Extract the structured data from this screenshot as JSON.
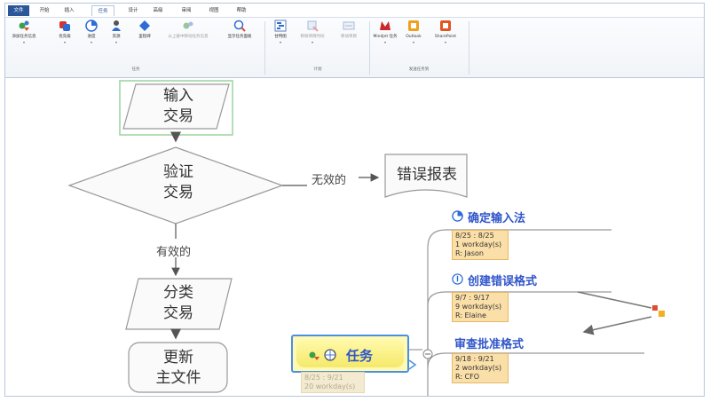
{
  "menubar": {
    "tabs": [
      "文件",
      "开始",
      "插入",
      "任务",
      "设计",
      "高级",
      "审阅",
      "视图",
      "帮助"
    ]
  },
  "ribbon": {
    "buttons": [
      {
        "label": "添加任务信息",
        "icon": "add-task-info-icon"
      },
      {
        "label": "优先级",
        "icon": "priority-icon"
      },
      {
        "label": "进度",
        "icon": "progress-icon"
      },
      {
        "label": "资源",
        "icon": "resources-icon"
      },
      {
        "label": "里程碑",
        "icon": "milestone-icon"
      },
      {
        "label": "从上级中移动任务信息",
        "icon": "move-task-info-icon"
      },
      {
        "label": "显示任务面板",
        "icon": "show-task-pane-icon"
      },
      {
        "label": "甘特图",
        "icon": "gantt-icon"
      },
      {
        "label": "移除项目时间",
        "icon": "remove-schedule-icon"
      },
      {
        "label": "移动项目",
        "icon": "move-project-icon"
      },
      {
        "label": "Mindjet 任务",
        "icon": "mindjet-tasks-icon"
      },
      {
        "label": "Outlook",
        "icon": "outlook-icon"
      },
      {
        "label": "SharePoint",
        "icon": "sharepoint-icon"
      }
    ],
    "groups": [
      "任务",
      "计划",
      "发送任务到"
    ]
  },
  "flowchart": {
    "input": [
      "输入",
      "交易"
    ],
    "verify": [
      "验证",
      "交易"
    ],
    "invalid_label": "无效的",
    "error_report": "错误报表",
    "valid_label": "有效的",
    "classify": [
      "分类",
      "交易"
    ],
    "update": [
      "更新",
      "主文件"
    ]
  },
  "mindmap": {
    "main_topic": "任务",
    "main_info": [
      "8/25 : 9/21",
      "20 workday(s)"
    ],
    "subtopics": [
      {
        "title": "确定输入法",
        "info": [
          "8/25 : 8/25",
          "1 workday(s)",
          "R: Jason"
        ]
      },
      {
        "title": "创建错误格式",
        "info": [
          "9/7 : 9/17",
          "9 workday(s)",
          "R: Elaine"
        ]
      },
      {
        "title": "审查批准格式",
        "info": [
          "9/18 : 9/21",
          "2 workday(s)",
          "R: CFO"
        ]
      }
    ]
  },
  "colors": {
    "accent": "#2b579a",
    "topic_text": "#2f55c9",
    "info_fill": "#fbdfa8",
    "main_topic_fill": "#fff9a8",
    "selection": "#4a90e2"
  }
}
